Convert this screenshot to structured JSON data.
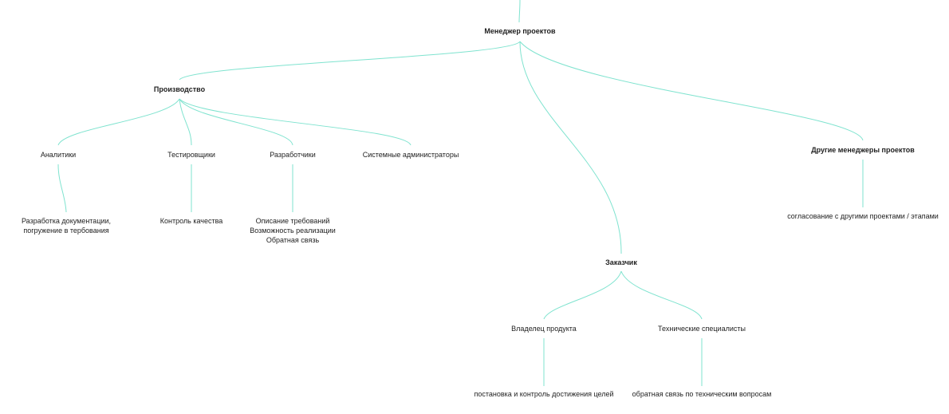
{
  "diagram": {
    "edge_color": "#7fe3cf",
    "nodes": {
      "manager": "Менеджер проектов",
      "production": "Производство",
      "analysts": "Аналитики",
      "testers": "Тестировщики",
      "developers": "Разработчики",
      "sysadmins": "Системные администраторы",
      "analysts_task_1": "Разработка документации,",
      "analysts_task_2": "погружение в тербования",
      "testers_task": "Контроль качества",
      "developers_task_1": "Описание требований",
      "developers_task_2": "Возможность реализации",
      "developers_task_3": "Обратная связь",
      "other_managers": "Другие менеджеры проектов",
      "other_managers_task": "согласование с другими проектами / этапами",
      "customer": "Заказчик",
      "product_owner": "Владелец продукта",
      "tech_specialists": "Технические специалисты",
      "product_owner_task": "постановка и контроль достижения целей",
      "tech_specialists_task": "обратная связь по техническим вопросам"
    }
  }
}
